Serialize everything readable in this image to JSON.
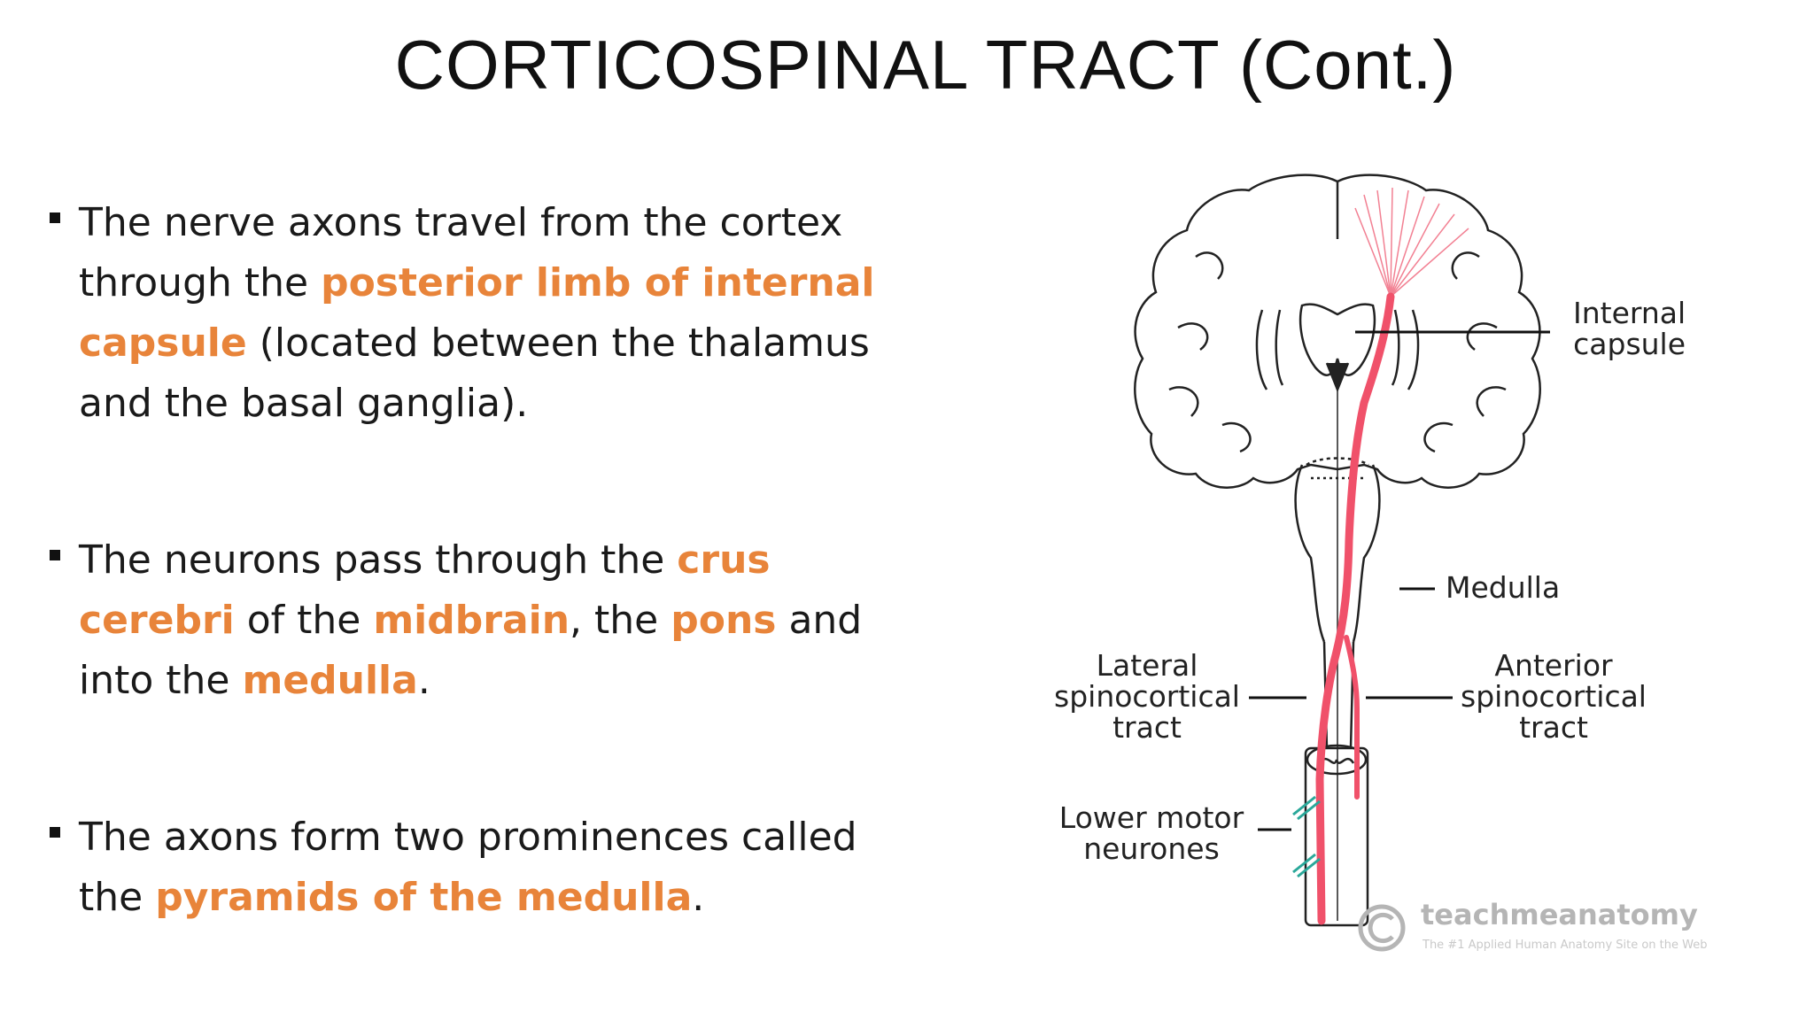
{
  "slide": {
    "title": "CORTICOSPINAL TRACT (Cont.)"
  },
  "bullets": [
    {
      "parts": [
        {
          "text": "The nerve axons travel from the cortex through the ",
          "highlight": false
        },
        {
          "text": "posterior limb of internal capsule",
          "highlight": true
        },
        {
          "text": " (located between the thalamus and the basal ganglia).",
          "highlight": false
        }
      ]
    },
    {
      "parts": [
        {
          "text": "The neurons pass through the ",
          "highlight": false
        },
        {
          "text": "crus cerebri",
          "highlight": true
        },
        {
          "text": " of the ",
          "highlight": false
        },
        {
          "text": "midbrain",
          "highlight": true
        },
        {
          "text": ", the ",
          "highlight": false
        },
        {
          "text": "pons",
          "highlight": true
        },
        {
          "text": " and into the ",
          "highlight": false
        },
        {
          "text": "medulla",
          "highlight": true
        },
        {
          "text": ".",
          "highlight": false
        }
      ]
    },
    {
      "parts": [
        {
          "text": "The axons form two prominences called the ",
          "highlight": false
        },
        {
          "text": "pyramids of the medulla",
          "highlight": true
        },
        {
          "text": ".",
          "highlight": false
        }
      ]
    }
  ],
  "figure": {
    "labels": {
      "internal_capsule_1": "Internal",
      "internal_capsule_2": "capsule",
      "medulla": "Medulla",
      "lateral_1": "Lateral",
      "lateral_2": "spinocortical",
      "lateral_3": "tract",
      "anterior_1": "Anterior",
      "anterior_2": "spinocortical",
      "anterior_3": "tract",
      "lmn_1": "Lower motor",
      "lmn_2": "neurones"
    },
    "credit": {
      "name": "teachmeanatomy",
      "tagline": "The #1 Applied Human Anatomy Site on the Web"
    },
    "colors": {
      "tract": "#f0516a",
      "fibers": "#f06a80",
      "motor_neurons": "#2aa89a",
      "outline": "#222222"
    }
  },
  "colors": {
    "highlight": "#e8843a",
    "text": "#1a1a1a"
  }
}
